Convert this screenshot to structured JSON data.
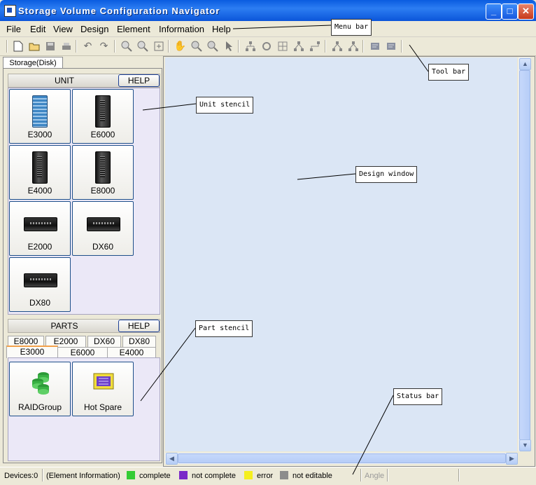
{
  "window": {
    "title": "Storage Volume Configuration Navigator",
    "min_glyph": "_",
    "max_glyph": "□",
    "close_glyph": "✕"
  },
  "menu": [
    "File",
    "Edit",
    "View",
    "Design",
    "Element",
    "Information",
    "Help"
  ],
  "left_panel": {
    "tab": "Storage(Disk)",
    "unit": {
      "title": "UNIT",
      "help": "HELP",
      "tiles": [
        "E3000",
        "E6000",
        "E4000",
        "E8000",
        "E2000",
        "DX60",
        "DX80"
      ]
    },
    "parts": {
      "title": "PARTS",
      "help": "HELP",
      "tabs_row1": [
        "E8000",
        "E2000",
        "DX60",
        "DX80"
      ],
      "tabs_row2": [
        "E3000",
        "E6000",
        "E4000"
      ],
      "selected_tab": "E3000",
      "tiles": [
        "RAIDGroup",
        "Hot Spare"
      ]
    }
  },
  "status_bar": {
    "devices": "Devices:0",
    "element_info": "(Element Information)",
    "legend": [
      {
        "label": "complete",
        "color": "#33cc33"
      },
      {
        "label": "not complete",
        "color": "#7a28c8"
      },
      {
        "label": "error",
        "color": "#f5ef1d"
      },
      {
        "label": "not editable",
        "color": "#8c8c8c"
      }
    ],
    "angle": "Angle"
  },
  "callouts": {
    "menu_bar": "Menu bar",
    "tool_bar": "Tool bar",
    "unit_stencil": "Unit stencil",
    "design_window": "Design window",
    "part_stencil": "Part stencil",
    "status_bar": "Status bar"
  }
}
